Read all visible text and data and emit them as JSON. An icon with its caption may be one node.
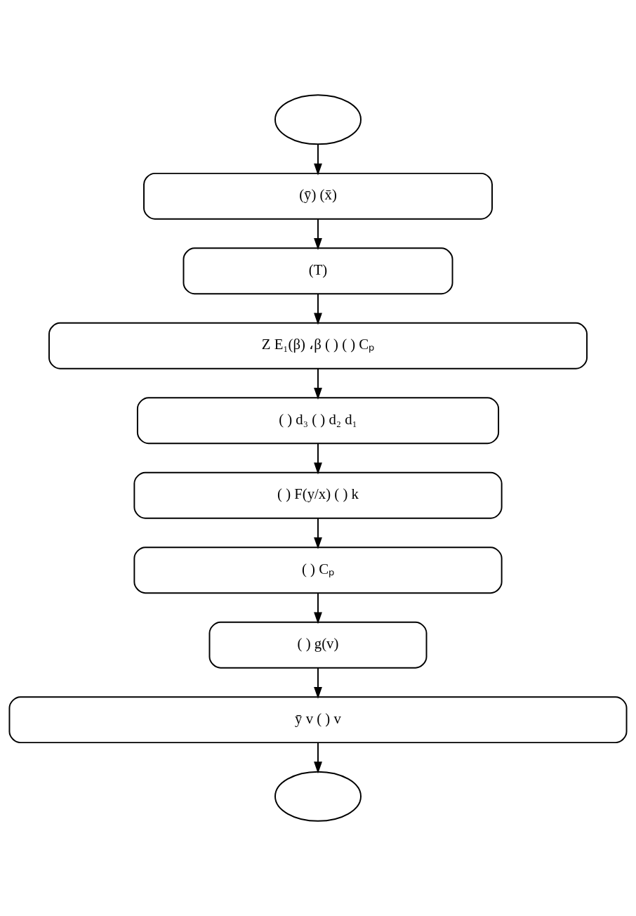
{
  "diagram": {
    "nodes": [
      {
        "text": [],
        "shape": "ellipse"
      },
      {
        "text": [
          "(ȳ) (x̄)"
        ]
      },
      {
        "text": [
          "(T)"
        ]
      },
      {
        "text": [
          "Z E₁(β) ،β ( ) ( ) Cₚ"
        ]
      },
      {
        "text": [
          "( ) d₃ ( ) d₂ d₁"
        ]
      },
      {
        "text": [
          "( ) F(y/x) ( ) k"
        ]
      },
      {
        "text": [
          "( ) Cₚ"
        ]
      },
      {
        "text": [
          "( ) g(v)"
        ]
      },
      {
        "text": [
          "ȳ v ( ) v"
        ]
      },
      {
        "text": [],
        "shape": "ellipse"
      }
    ],
    "edges": [
      {
        "from": 0,
        "to": 1,
        "arrow": "to"
      },
      {
        "from": 1,
        "to": 2,
        "arrow": "to"
      },
      {
        "from": 2,
        "to": 3,
        "arrow": "to"
      },
      {
        "from": 3,
        "to": 4,
        "arrow": "to"
      },
      {
        "from": 4,
        "to": 5,
        "arrow": "to"
      },
      {
        "from": 5,
        "to": 6,
        "arrow": "to"
      },
      {
        "from": 6,
        "to": 7,
        "arrow": "to"
      },
      {
        "from": 7,
        "to": 8,
        "arrow": "to"
      },
      {
        "from": 8,
        "to": 9,
        "arrow": "to"
      }
    ]
  }
}
